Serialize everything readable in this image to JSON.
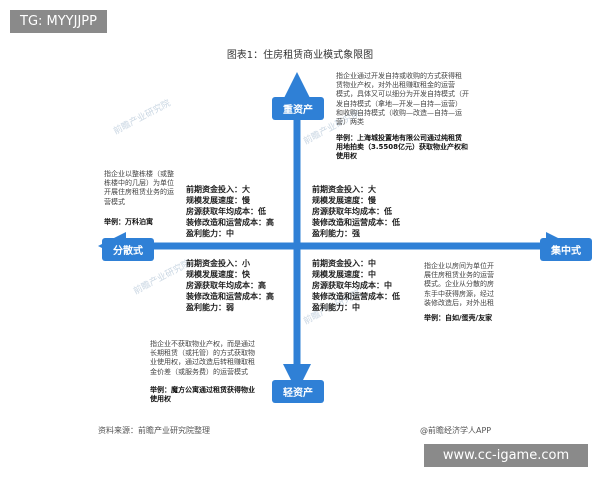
{
  "watermarks": {
    "top_left": "TG: MYYJJPP",
    "bottom_right": "www.cc-igame.com"
  },
  "figure_title": "图表1：住房租赁商业模式象限图",
  "axes": {
    "top": "重资产",
    "bottom": "轻资产",
    "left": "分散式",
    "right": "集中式"
  },
  "descriptions": {
    "top": [
      "指企业通过开发自持或收购的方式获得租",
      "赁物业产权，对外出租赚取租金的运营",
      "模式，具体又可以细分为开发自持模式（开",
      "发自持模式（拿地—开发—自持—运营）",
      "和收购自持模式（收购—改造—自持—运",
      "营）两类"
    ],
    "top_example": [
      "举例：上海城投置地有限公司通过纯租赁",
      "用地拍卖（3.5508亿元）获取物业产权和",
      "使用权"
    ],
    "left": [
      "指企业以整栋楼（或整",
      "栋楼中的几层）为单位",
      "开展住房租赁业务的运",
      "营模式"
    ],
    "left_example": [
      "举例：万科泊寓"
    ],
    "right": [
      "指企业以房间为单位开",
      "展住房租赁业务的运营",
      "模式。企业从分散的房",
      "东手中获得房源，经过",
      "装修改造后，对外出租"
    ],
    "right_example": [
      "举例：自如/蛋壳/友家"
    ],
    "bottom": [
      "指企业不获取物业产权，而是通过",
      "长期租赁（或托管）的方式获取物",
      "业使用权，通过改造后转租赚取租",
      "金价差（或服务费）的运营模式"
    ],
    "bottom_example": [
      "举例：魔方公寓通过租赁获得物业",
      "使用权"
    ]
  },
  "quadrants": {
    "top_left": [
      "前期资金投入：大",
      "规模发展速度：慢",
      "房源获取年均成本：低",
      "装修改造和运营成本：高",
      "盈利能力：中"
    ],
    "top_right": [
      "前期资金投入：大",
      "规模发展速度：慢",
      "房源获取年均成本：低",
      "装修改造和运营成本：低",
      "盈利能力：强"
    ],
    "bottom_left": [
      "前期资金投入：小",
      "规模发展速度：快",
      "房源获取年均成本：高",
      "装修改造和运营成本：高",
      "盈利能力：弱"
    ],
    "bottom_right": [
      "前期资金投入：中",
      "规模发展速度：中",
      "房源获取年均成本：中",
      "装修改造和运营成本：低",
      "盈利能力：中"
    ]
  },
  "footer": {
    "source": "资料来源：前瞻产业研究院整理",
    "brand": "@前瞻经济学人APP"
  },
  "background_watermark": "前瞻产业研究院",
  "colors": {
    "axis": "#2f80d6",
    "label_bg": "#2f80d6"
  }
}
